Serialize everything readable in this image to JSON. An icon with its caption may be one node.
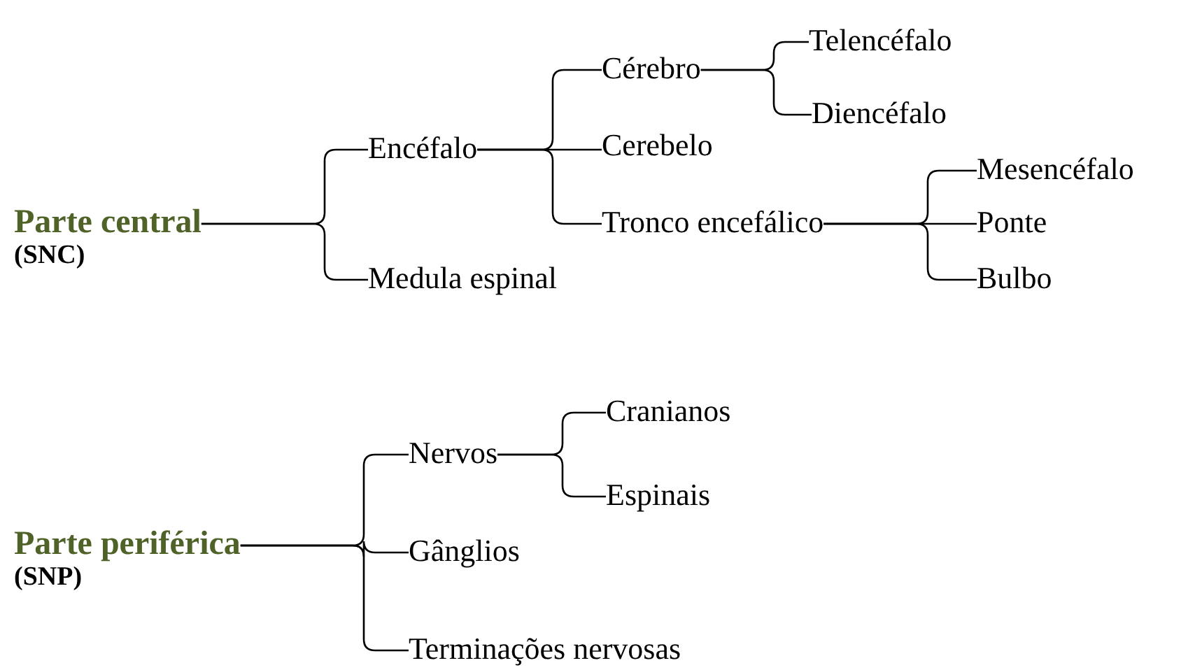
{
  "diagram": {
    "nodes": [
      {
        "text": [
          "Parte central",
          "(SNC)"
        ]
      },
      {
        "text": [
          "Encéfalo"
        ]
      },
      {
        "text": [
          "Medula espinal"
        ]
      },
      {
        "text": [
          "Cérebro"
        ]
      },
      {
        "text": [
          "Cerebelo"
        ]
      },
      {
        "text": [
          "Tronco encefálico"
        ]
      },
      {
        "text": [
          "Telencéfalo"
        ]
      },
      {
        "text": [
          "Diencéfalo"
        ]
      },
      {
        "text": [
          "Mesencéfalo"
        ]
      },
      {
        "text": [
          "Ponte"
        ]
      },
      {
        "text": [
          "Bulbo"
        ]
      },
      {
        "text": [
          "Parte periférica",
          "(SNP)"
        ]
      },
      {
        "text": [
          "Nervos"
        ]
      },
      {
        "text": [
          "Gânglios"
        ]
      },
      {
        "text": [
          "Terminações nervosas"
        ]
      },
      {
        "text": [
          "Cranianos"
        ]
      },
      {
        "text": [
          "Espinais"
        ]
      }
    ],
    "edges": [
      {
        "from": 0,
        "to": 1,
        "arrow": "none"
      },
      {
        "from": 0,
        "to": 2,
        "arrow": "none"
      },
      {
        "from": 1,
        "to": 3,
        "arrow": "none"
      },
      {
        "from": 1,
        "to": 4,
        "arrow": "none"
      },
      {
        "from": 1,
        "to": 5,
        "arrow": "none"
      },
      {
        "from": 3,
        "to": 6,
        "arrow": "none"
      },
      {
        "from": 3,
        "to": 7,
        "arrow": "none"
      },
      {
        "from": 5,
        "to": 8,
        "arrow": "none"
      },
      {
        "from": 5,
        "to": 9,
        "arrow": "none"
      },
      {
        "from": 5,
        "to": 10,
        "arrow": "none"
      },
      {
        "from": 11,
        "to": 12,
        "arrow": "none"
      },
      {
        "from": 11,
        "to": 13,
        "arrow": "none"
      },
      {
        "from": 11,
        "to": 14,
        "arrow": "none"
      },
      {
        "from": 12,
        "to": 15,
        "arrow": "none"
      },
      {
        "from": 12,
        "to": 16,
        "arrow": "none"
      }
    ]
  }
}
